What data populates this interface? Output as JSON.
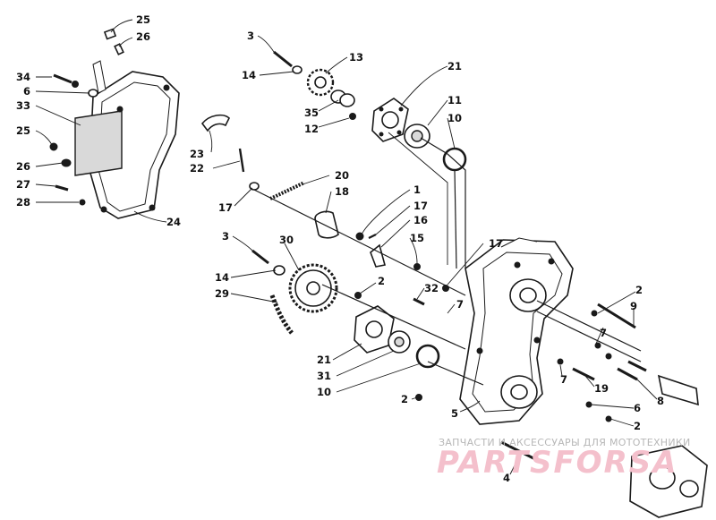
{
  "diagram": {
    "callouts": [
      {
        "id": "c25a",
        "text": "25"
      },
      {
        "id": "c26a",
        "text": "26"
      },
      {
        "id": "c34",
        "text": "34"
      },
      {
        "id": "c6a",
        "text": "6"
      },
      {
        "id": "c33",
        "text": "33"
      },
      {
        "id": "c25b",
        "text": "25"
      },
      {
        "id": "c26b",
        "text": "26"
      },
      {
        "id": "c27",
        "text": "27"
      },
      {
        "id": "c28",
        "text": "28"
      },
      {
        "id": "c24",
        "text": "24"
      },
      {
        "id": "c3a",
        "text": "3"
      },
      {
        "id": "c14a",
        "text": "14"
      },
      {
        "id": "c13",
        "text": "13"
      },
      {
        "id": "c35",
        "text": "35"
      },
      {
        "id": "c12",
        "text": "12"
      },
      {
        "id": "c21a",
        "text": "21"
      },
      {
        "id": "c11",
        "text": "11"
      },
      {
        "id": "c10a",
        "text": "10"
      },
      {
        "id": "c23",
        "text": "23"
      },
      {
        "id": "c22",
        "text": "22"
      },
      {
        "id": "c20",
        "text": "20"
      },
      {
        "id": "c18",
        "text": "18"
      },
      {
        "id": "c17a",
        "text": "17"
      },
      {
        "id": "c1",
        "text": "1"
      },
      {
        "id": "c17b",
        "text": "17"
      },
      {
        "id": "c16",
        "text": "16"
      },
      {
        "id": "c15",
        "text": "15"
      },
      {
        "id": "c17c",
        "text": "17"
      },
      {
        "id": "c3b",
        "text": "3"
      },
      {
        "id": "c30",
        "text": "30"
      },
      {
        "id": "c14b",
        "text": "14"
      },
      {
        "id": "c29",
        "text": "29"
      },
      {
        "id": "c2a",
        "text": "2"
      },
      {
        "id": "c32",
        "text": "32"
      },
      {
        "id": "c7a",
        "text": "7"
      },
      {
        "id": "c21b",
        "text": "21"
      },
      {
        "id": "c31",
        "text": "31"
      },
      {
        "id": "c10b",
        "text": "10"
      },
      {
        "id": "c2b",
        "text": "2"
      },
      {
        "id": "c2c",
        "text": "2"
      },
      {
        "id": "c9",
        "text": "9"
      },
      {
        "id": "c7b",
        "text": "7"
      },
      {
        "id": "c7c",
        "text": "7"
      },
      {
        "id": "c19",
        "text": "19"
      },
      {
        "id": "c8",
        "text": "8"
      },
      {
        "id": "c6b",
        "text": "6"
      },
      {
        "id": "c2d",
        "text": "2"
      },
      {
        "id": "c5",
        "text": "5"
      },
      {
        "id": "c4",
        "text": "4"
      }
    ]
  },
  "watermark": {
    "tagline": "ЗАПЧАСТИ И АКСЕССУАРЫ ДЛЯ МОТОТЕХНИКИ",
    "logo": "PARTSFORSA"
  },
  "colors": {
    "ink": "#1a1a1a",
    "background": "#ffffff",
    "watermark_logo": "#f4c0cc",
    "watermark_text": "#b7b7b7"
  }
}
